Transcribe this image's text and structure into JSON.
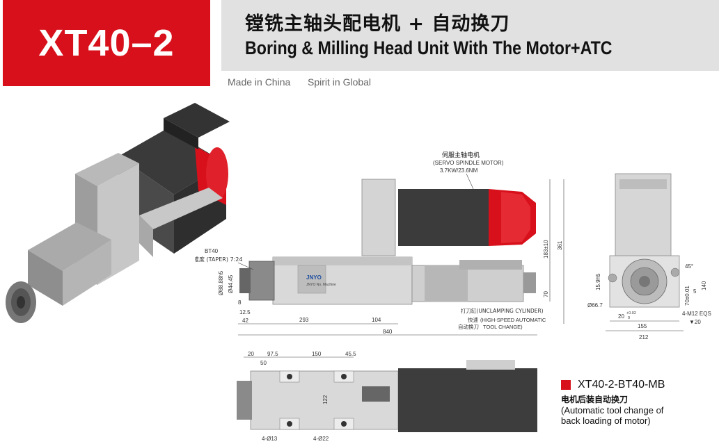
{
  "header": {
    "model": "XT40–2",
    "title_cn": "镗铣主轴头配电机 + 自动换刀",
    "title_en": "Boring & Milling Head Unit With The Motor+ATC",
    "tagline_left": "Made in China",
    "tagline_right": "Spirit in Global"
  },
  "colors": {
    "accent_red": "#d7101b",
    "title_bar_gray": "#e1e1e1"
  },
  "side_view": {
    "motor_label_cn": "伺服主轴电机",
    "motor_label_en": "(SERVO SPINDLE MOTOR)",
    "motor_spec": "3.7KW/23.6NM",
    "taper_line1": "BT40",
    "taper_line2": "锥度 (TAPER) 7:24",
    "cylinder_label": "打刀缸(UNCLAMPING CYLINDER)",
    "atc_label_cn1": "快速",
    "atc_label_cn2": "自动换刀",
    "atc_label_en1": "(HIGH-SPEED AUTOMATIC",
    "atc_label_en2": "TOOL CHANGE)",
    "brand": "JNYO",
    "brand_sub": "JNYO No. Machine",
    "dims": {
      "d1": "Ø88.88h5",
      "d2": "Ø44.45",
      "d3": "8",
      "d4": "12.5",
      "d5": "42",
      "d6": "293",
      "d7": "104",
      "d8": "840",
      "d9": "70",
      "d10": "183±10",
      "d11": "361"
    }
  },
  "end_view": {
    "dims": {
      "d1": "15.9h5",
      "d2": "Ø66.7",
      "d3": "45°",
      "d4": "5",
      "d5": "140",
      "d6": "70±0.01",
      "d7": "20",
      "d8": "+0.02",
      "d9": "0",
      "d10": "155",
      "d11": "212",
      "d12": "4-M12 EQS",
      "d13": "▼20"
    }
  },
  "top_view": {
    "dims": {
      "d1": "20",
      "d2": "97.5",
      "d3": "50",
      "d4": "150",
      "d5": "45.5",
      "d6": "122",
      "d7": "4-Ø13",
      "d8": "4-Ø22"
    }
  },
  "variant": {
    "code": "XT40-2-BT40-MB",
    "cn": "电机后装自动换刀",
    "en_line1": "(Automatic tool change of",
    "en_line2": "back loading of motor)"
  }
}
